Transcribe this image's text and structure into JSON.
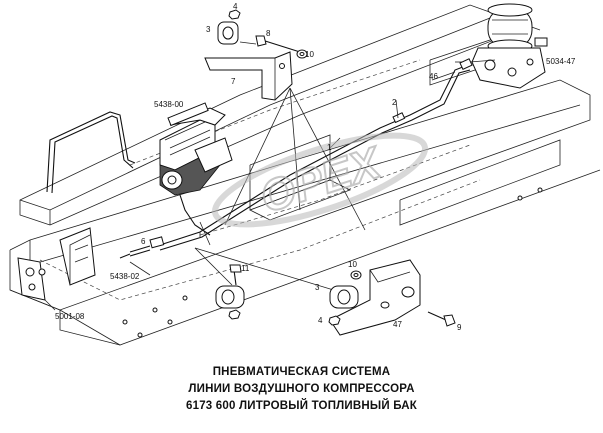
{
  "callouts": {
    "n3_top": "3",
    "n4_top": "4",
    "n8": "8",
    "n10_top": "10",
    "n7": "7",
    "n46": "46",
    "n2": "2",
    "n1": "1",
    "n6": "6",
    "n11": "11",
    "n10_bottom": "10",
    "n3_bottom": "3",
    "n4_bottom": "4",
    "n47": "47",
    "n9": "9"
  },
  "assembly_refs": {
    "compressor": "5438-00",
    "dryer": "5034-47",
    "pipe": "5438-02",
    "frame": "5001-08"
  },
  "watermark": "OPEX",
  "caption": {
    "line1": "ПНЕВМАТИЧЕСКАЯ СИСТЕМА",
    "line2": "ЛИНИИ ВОЗДУШНОГО КОМПРЕССОРА",
    "line3": "6173  600 ЛИТРОВЫЙ ТОПЛИВНЫЙ БАК"
  }
}
